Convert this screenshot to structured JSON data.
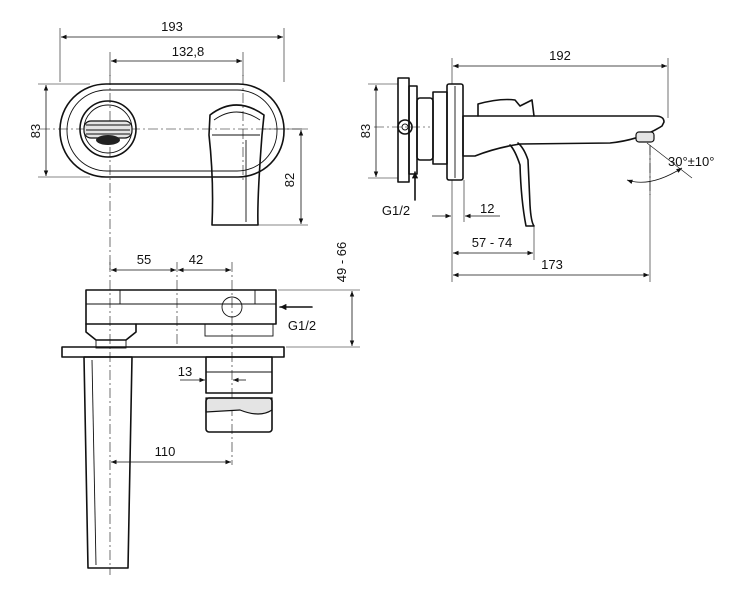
{
  "front_view": {
    "width_total": "193",
    "width_holes": "132,8",
    "height_plate": "83",
    "lever_height": "82"
  },
  "side_view": {
    "length_total": "192",
    "height_plate": "83",
    "connection": "G1/2",
    "plate_offset": "12",
    "wall_depth": "57 - 74",
    "spout_reach": "173",
    "angle": "30°±10°"
  },
  "top_view": {
    "dim_left": "55",
    "dim_mid": "42",
    "depth_range": "49 - 66",
    "connection": "G1/2",
    "dim_cartridge": "13",
    "spout_length": "110"
  }
}
